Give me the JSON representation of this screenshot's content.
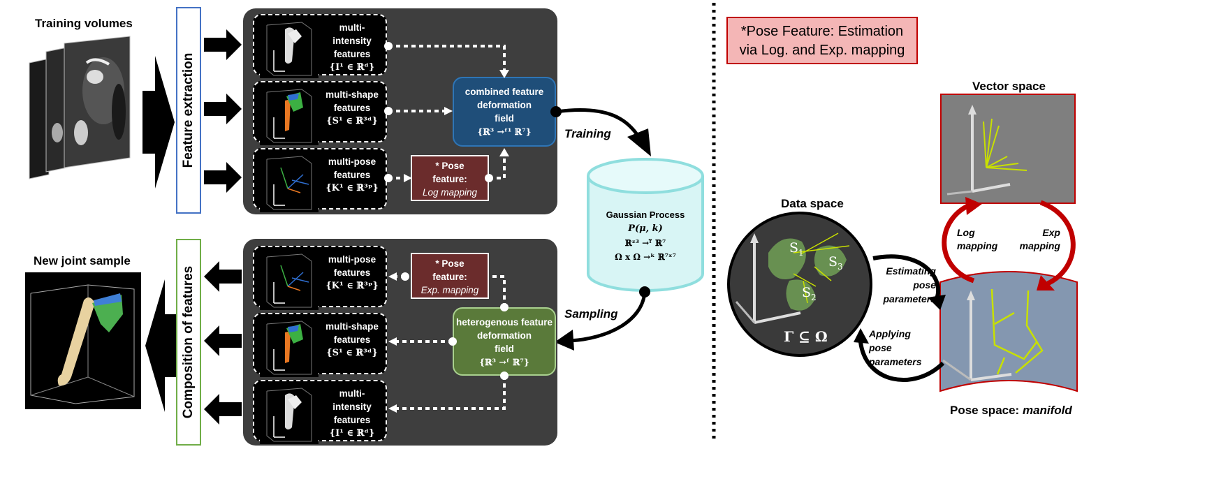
{
  "left": {
    "training_volumes_label": "Training volumes",
    "new_joint_label": "New joint sample",
    "feature_extraction_label": "Feature extraction",
    "composition_label": "Composition of features"
  },
  "top_panel": {
    "intensity": {
      "line1": "multi-intensity",
      "line2": "features",
      "math": "{I¹ ∈ ℝᵈ}"
    },
    "shape": {
      "line1": "multi-shape",
      "line2": "features",
      "math": "{S¹ ∈ ℝ³ᵈ}"
    },
    "pose": {
      "line1": "multi-pose",
      "line2": "features",
      "math": "{K¹ ∈ ℝ³ᵖ}"
    },
    "combined": {
      "line1": "combined feature",
      "line2": "deformation",
      "line3": "field",
      "math": "{ℝ³ →ᶠ¹ ℝ⁷}"
    },
    "pose_log": {
      "line1": "* Pose",
      "line2": "feature:",
      "line3": "Log mapping"
    }
  },
  "bottom_panel": {
    "pose": {
      "line1": "multi-pose",
      "line2": "features",
      "math": "{K¹ ∈ ℝ³ᵖ}"
    },
    "shape": {
      "line1": "multi-shape",
      "line2": "features",
      "math": "{S¹ ∈ ℝ³ᵈ}"
    },
    "intensity": {
      "line1": "multi-intensity",
      "line2": "features",
      "math": "{I¹ ∈ ℝᵈ}"
    },
    "hetero": {
      "line1": "heterogenous feature",
      "line2": "deformation",
      "line3": "field",
      "math": "{ℝ³ →ᶠ ℝ⁷}"
    },
    "pose_exp": {
      "line1": "* Pose",
      "line2": "feature:",
      "line3": "Exp. mapping"
    }
  },
  "gp": {
    "title": "Gaussian Process",
    "line1": "P(μ, k)",
    "line2": "ℝᶻ³ →ᶠ̃ ℝ⁷",
    "line3": "Ω x Ω →ᵏ ℝ⁷ˣ⁷",
    "training_label": "Training",
    "sampling_label": "Sampling"
  },
  "right": {
    "note_line1": "*Pose Feature: Estimation",
    "note_line2": "via Log. and Exp. mapping",
    "vector_space_label": "Vector space",
    "data_space_label": "Data space",
    "data_space_formula": "Γ ⊆ Ω",
    "s1": "S",
    "s1_sub": "1",
    "s2": "S",
    "s2_sub": "2",
    "s3": "S",
    "s3_sub": "3",
    "log_mapping_line1": "Log",
    "log_mapping_line2": "mapping",
    "exp_mapping_line1": "Exp",
    "exp_mapping_line2": "mapping",
    "estimating_line1": "Estimating",
    "estimating_line2": "pose",
    "estimating_line3": "parameters",
    "applying_line1": "Applying",
    "applying_line2": "pose",
    "applying_line3": "parameters",
    "pose_space_prefix": "Pose space: ",
    "pose_space_italic": "manifold"
  },
  "colors": {
    "panel_bg": "#3e3e3e",
    "combined_box": "#1f4e79",
    "hetero_box": "#5a7a3a",
    "pose_box": "#6b2c2c",
    "gp_fill": "#d8f5f5",
    "gp_stroke": "#8fdede",
    "note_fill": "#f4b6b6",
    "note_stroke": "#c00000",
    "manifold_fill": "#8497b0",
    "vector_space_fill": "#7f7f7f",
    "red_arrow": "#c00000"
  }
}
